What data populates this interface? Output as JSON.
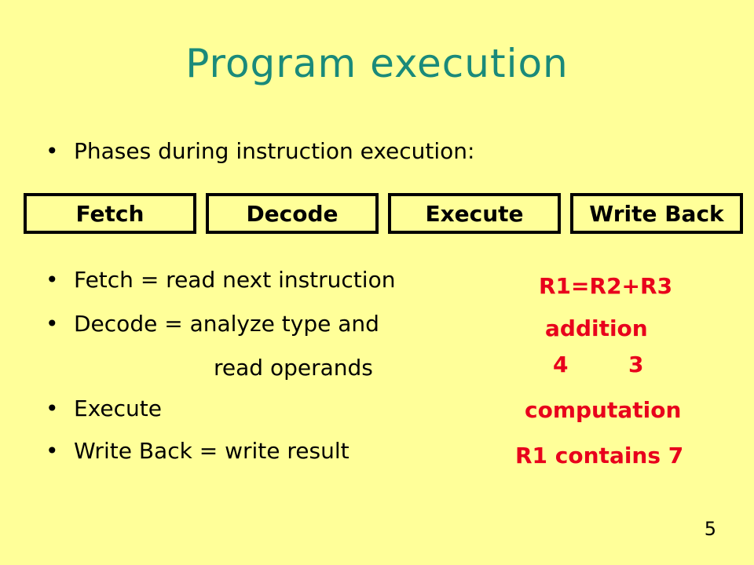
{
  "slide": {
    "title": "Program execution",
    "intro": "Phases during instruction execution:",
    "phases": [
      "Fetch",
      "Decode",
      "Execute",
      "Write Back"
    ],
    "bullets": [
      "Fetch = read next instruction",
      "Decode = analyze type and",
      "read operands",
      "Execute",
      "Write Back = write result"
    ],
    "bullet_glyph": "•",
    "example": {
      "instruction": "R1=R2+R3",
      "operation": "addition",
      "operand_a": "4",
      "operand_b": "3",
      "step": "computation",
      "result": "R1 contains 7"
    },
    "page_number": "5"
  },
  "colors": {
    "background": "#ffff99",
    "title": "#1a8a7a",
    "accent": "#e8001c"
  }
}
